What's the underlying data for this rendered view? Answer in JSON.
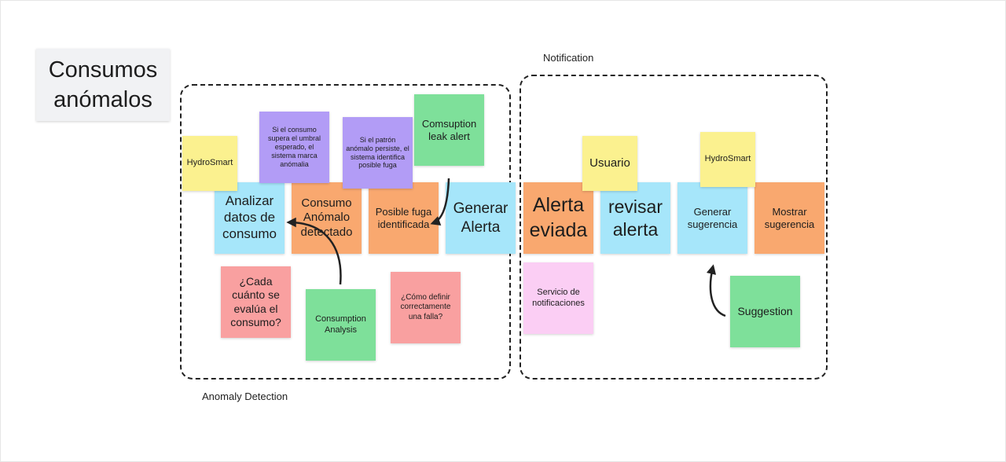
{
  "board": {
    "title": "Consumos anómalos",
    "zones": {
      "anomaly": "Anomaly Detection",
      "notification": "Notification"
    },
    "notes": {
      "hydrosmart_1": "HydroSmart",
      "umbral": "Si el consumo supera el umbral esperado, el sistema marca anómalia",
      "patron": "Si el patrón anómalo persiste, el sistema identifica posible fuga",
      "leak_alert": "Comsuption leak alert",
      "analizar": "Analizar datos de consumo",
      "consumo_anomalo": "Consumo Anómalo detectado",
      "posible_fuga": "Posible fuga identificada",
      "generar_alerta": "Generar Alerta",
      "cada_cuanto": "¿Cada cuánto se evalúa el consumo?",
      "consumption_analysis": "Consumption Analysis",
      "como_definir": "¿Cómo definir correctamente una falla?",
      "alerta_eviada": "Alerta eviada",
      "usuario": "Usuario",
      "revisar_alerta": "revisar alerta",
      "hydrosmart_2": "HydroSmart",
      "generar_sugerencia": "Generar sugerencia",
      "mostrar_sugerencia": "Mostrar sugerencia",
      "servicio": "Servicio de notificaciones",
      "suggestion": "Suggestion"
    }
  },
  "colors": {
    "yellow": "#fbf18f",
    "purple": "#b29cf6",
    "green": "#7ee09a",
    "blue": "#a6e6fa",
    "orange": "#f9a86f",
    "red": "#f9a0a0",
    "pink": "#fbcef4"
  }
}
